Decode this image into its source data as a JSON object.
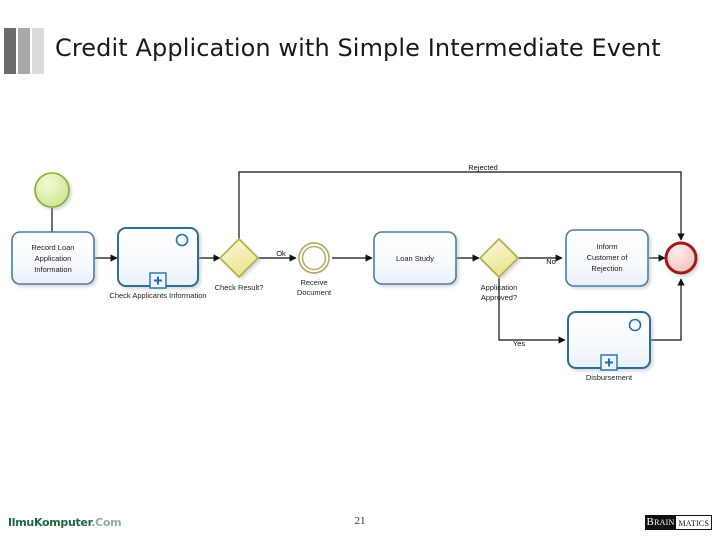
{
  "slide": {
    "title": "Credit Application with Simple Intermediate Event",
    "page_number": "21"
  },
  "footer": {
    "site_logo_main": "IlmuKomputer",
    "site_logo_suffix": ".Com",
    "brand_part_a": "Brain",
    "brand_part_b": "matics"
  },
  "colors": {
    "start_event_fill": "#dff0a8",
    "start_event_stroke": "#8bad2b",
    "end_event_fill": "#f7cfcb",
    "end_event_stroke": "#9e1b1b",
    "intermediate_stroke": "#b5ab6a",
    "gateway_fill": "#f2f0b4",
    "gateway_stroke": "#b5ab4a",
    "task_fill": "#f4f8fc",
    "task_stroke": "#4a7fa0",
    "subprocess_marker": "#1f6fb5",
    "connector": "#111111",
    "title_text": "#1a1a1a",
    "deco_bar_1": "#6b6b6b",
    "deco_bar_2": "#a9a9a9",
    "deco_bar_3": "#dcdcdc"
  },
  "diagram": {
    "type": "bpmn-process",
    "name": "Credit Application Process",
    "nodes": [
      {
        "id": "start",
        "kind": "start-event",
        "label": ""
      },
      {
        "id": "record",
        "kind": "task",
        "label": "Record Loan Application Information"
      },
      {
        "id": "check_app",
        "kind": "sub-process",
        "label": "Check Applicants Information",
        "markers": [
          "loop-circle",
          "collapsed-plus"
        ]
      },
      {
        "id": "check_result",
        "kind": "exclusive-gateway",
        "label": "Check Result?"
      },
      {
        "id": "receive_doc",
        "kind": "intermediate-event",
        "label": "Receive Document"
      },
      {
        "id": "loan_study",
        "kind": "task",
        "label": "Loan Study"
      },
      {
        "id": "approved",
        "kind": "exclusive-gateway",
        "label": "Application Approved?"
      },
      {
        "id": "inform",
        "kind": "task",
        "label": "Inform Customer of Rejection"
      },
      {
        "id": "disbursement",
        "kind": "sub-process",
        "label": "Disbursement",
        "markers": [
          "loop-circle",
          "collapsed-plus"
        ]
      },
      {
        "id": "end",
        "kind": "end-event",
        "label": ""
      }
    ],
    "flows": [
      {
        "from": "start",
        "to": "record",
        "label": ""
      },
      {
        "from": "record",
        "to": "check_app",
        "label": ""
      },
      {
        "from": "check_app",
        "to": "check_result",
        "label": ""
      },
      {
        "from": "check_result",
        "to": "receive_doc",
        "label": "Ok"
      },
      {
        "from": "check_result",
        "to": "end",
        "label": "Rejected"
      },
      {
        "from": "receive_doc",
        "to": "loan_study",
        "label": ""
      },
      {
        "from": "loan_study",
        "to": "approved",
        "label": ""
      },
      {
        "from": "approved",
        "to": "inform",
        "label": "No"
      },
      {
        "from": "approved",
        "to": "disbursement",
        "label": "Yes"
      },
      {
        "from": "inform",
        "to": "end",
        "label": ""
      },
      {
        "from": "disbursement",
        "to": "end",
        "label": ""
      }
    ],
    "labels": {
      "record": {
        "line1": "Record Loan",
        "line2": "Application",
        "line3": "Information"
      },
      "check_app": "Check Applicants Information",
      "check_result": "Check Result?",
      "receive_doc": {
        "line1": "Receive",
        "line2": "Document"
      },
      "loan_study": "Loan Study",
      "approved": {
        "line1": "Application",
        "line2": "Approved?"
      },
      "inform": {
        "line1": "Inform",
        "line2": "Customer of",
        "line3": "Rejection"
      },
      "disbursement": "Disbursement",
      "flow_ok": "Ok",
      "flow_rejected": "Rejected",
      "flow_no": "No",
      "flow_yes": "Yes"
    }
  }
}
